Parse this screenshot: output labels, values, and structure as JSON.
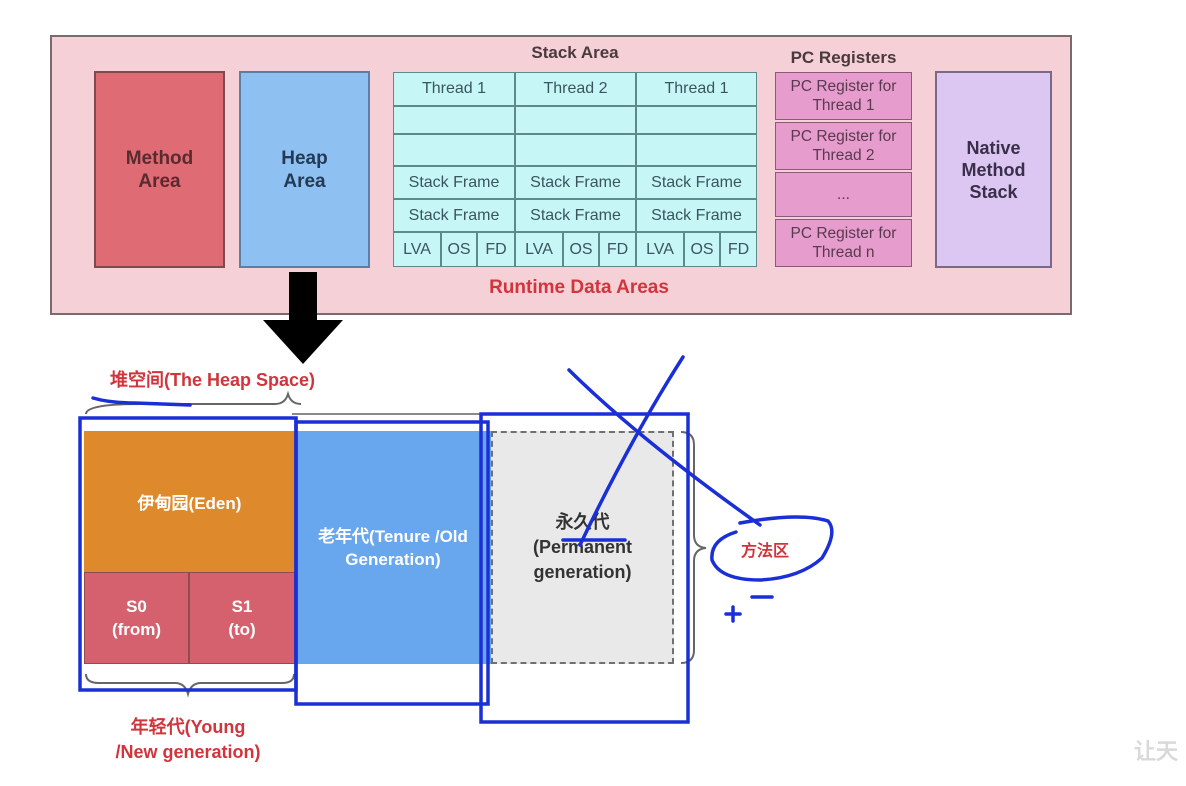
{
  "runtime": {
    "method_area": "Method Area",
    "heap_area": "Heap Area",
    "stack_area_title": "Stack Area",
    "threads": [
      {
        "name": "Thread 1",
        "frames": [
          "Stack Frame",
          "Stack Frame"
        ],
        "cells": [
          "LVA",
          "OS",
          "FD"
        ]
      },
      {
        "name": "Thread 2",
        "frames": [
          "Stack Frame",
          "Stack Frame"
        ],
        "cells": [
          "LVA",
          "OS",
          "FD"
        ]
      },
      {
        "name": "Thread 1",
        "frames": [
          "Stack Frame",
          "Stack Frame"
        ],
        "cells": [
          "LVA",
          "OS",
          "FD"
        ]
      }
    ],
    "pc_registers_title": "PC Registers",
    "pc_registers": [
      "PC Register for Thread 1",
      "PC Register for Thread 2",
      "...",
      "PC Register for Thread n"
    ],
    "native_stack": "Native Method Stack",
    "label": "Runtime Data Areas"
  },
  "heap_space": {
    "label": "堆空间(The Heap Space)",
    "eden": "伊甸园(Eden)",
    "s0": "S0 (from)",
    "s1": "S1 (to)",
    "old_gen": "老年代(Tenure /Old Generation)",
    "perm_gen": "永久代 (Permanent generation)",
    "young_label": "年轻代(Young /New generation)",
    "method_area_cn": "方法区"
  },
  "annotations": {
    "plus": "+",
    "watermark": "让天"
  },
  "colors": {
    "pen_blue": "#1a2fd6",
    "accent_red": "#d2343c",
    "method_area": "#df6b75",
    "heap_area": "#8ec0f2",
    "stack": "#c6f6f6",
    "pc": "#e69ccc",
    "native": "#dcc6f2",
    "eden": "#de8a2c",
    "survivor": "#d5616e",
    "old_gen": "#68a7ed",
    "perm_gen": "#e9e9e9"
  }
}
